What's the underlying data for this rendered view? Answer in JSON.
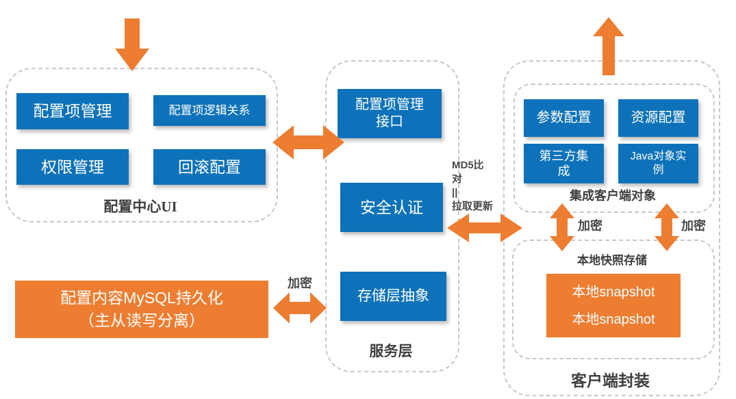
{
  "colors": {
    "box_blue": "#0d72b9",
    "accent_orange": "#ed7d31",
    "dashed_border_gray": "#c7c7c7",
    "label_dark": "#3f3f3f"
  },
  "panels": {
    "config_ui": {
      "label": "配置中心UI",
      "boxes": {
        "item_mgmt": "配置项管理",
        "logic_rel": "配置项逻辑关系",
        "perm_mgmt": "权限管理",
        "rollback": "回滚配置"
      }
    },
    "service": {
      "label": "服务层",
      "boxes": {
        "api_line1": "配置项管理",
        "api_line2": "接口",
        "auth": "安全认证",
        "storage": "存储层抽象"
      }
    },
    "client": {
      "label": "客户端封装",
      "integration": {
        "label": "集成客户端对象",
        "boxes": {
          "param": "参数配置",
          "resource": "资源配置",
          "third_line1": "第三方集",
          "third_line2": "成",
          "java_line1": "Java对象实",
          "java_line2": "例"
        }
      },
      "snapshot": {
        "label": "本地快照存储",
        "box": {
          "line1": "本地snapshot",
          "line2": "本地snapshot"
        }
      }
    }
  },
  "mysql": {
    "line1": "配置内容MySQL持久化",
    "line2": "（主从读写分离）"
  },
  "annotations": {
    "md5": {
      "line1": "MD5比",
      "line2": "对",
      "line3": "||",
      "line4": "拉取更新"
    },
    "encrypt_mysql": "加密",
    "encrypt_left": "加密",
    "encrypt_right": "加密"
  },
  "arrows": {
    "into_config_ui": "arrow-down",
    "out_of_client": "arrow-up",
    "ui_service": "arrow-double-horizontal",
    "service_client": "arrow-double-horizontal",
    "mysql_storage": "arrow-double-horizontal",
    "integration_snapshot_left": "arrow-double-vertical",
    "integration_snapshot_right": "arrow-double-vertical"
  }
}
